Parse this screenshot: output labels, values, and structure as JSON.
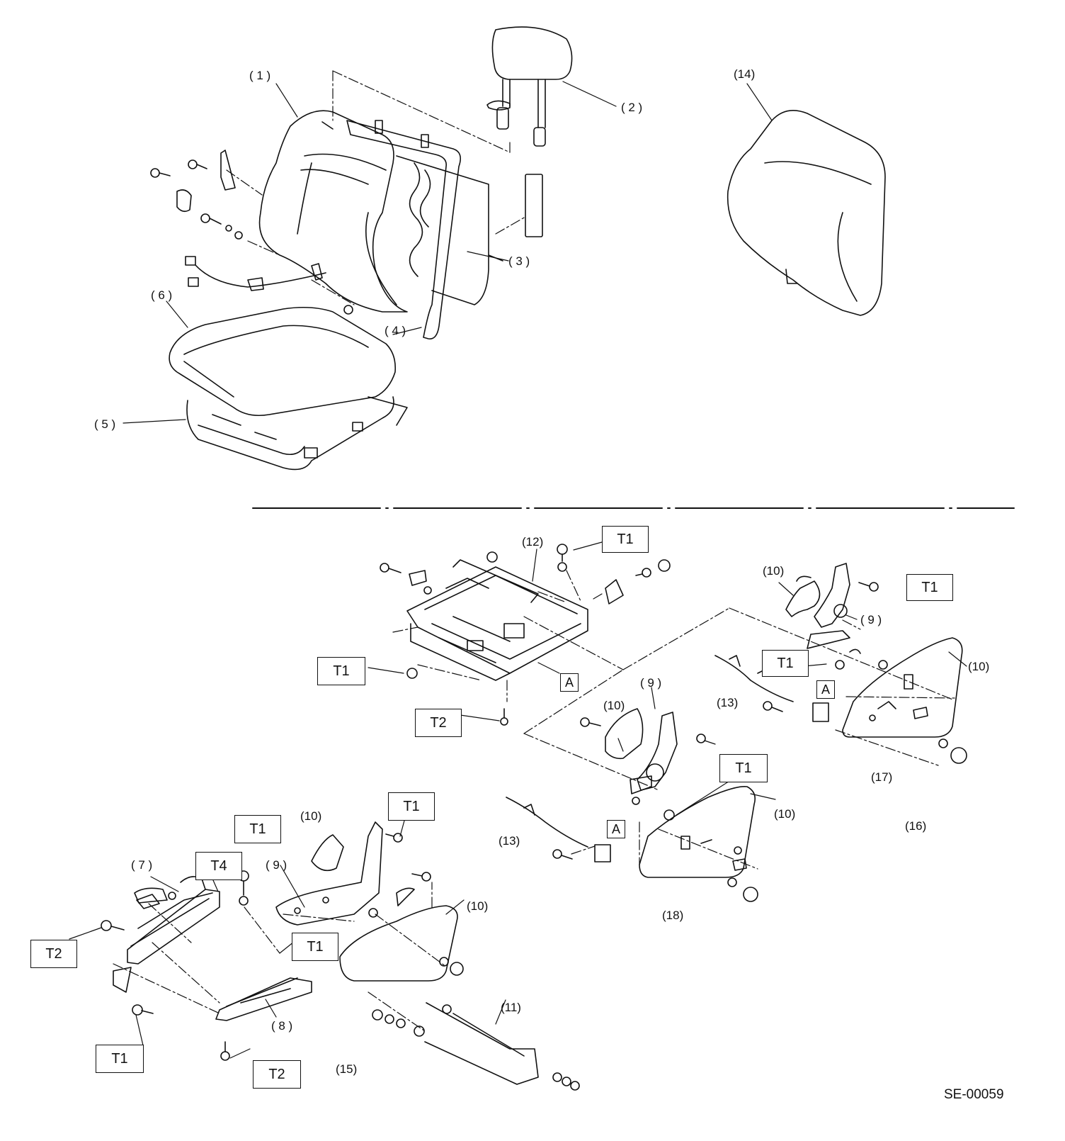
{
  "diagram_code": "SE-00059",
  "callouts": {
    "c1": "( 1 )",
    "c2": "( 2 )",
    "c3": "( 3 )",
    "c4": "( 4 )",
    "c5": "( 5 )",
    "c6": "( 6 )",
    "c14": "(14)",
    "c12": "(12)",
    "c10a": "(10)",
    "c9a": "( 9 )",
    "c10b": "(10)",
    "c13a": "(13)",
    "c17": "(17)",
    "c9b": "( 9 )",
    "c10c": "(10)",
    "c10d": "(10)",
    "c13b": "(13)",
    "c18": "(18)",
    "c16": "(16)",
    "c10e": "(10)",
    "c9c": "( 9 )",
    "c7": "( 7 )",
    "c10f": "(10)",
    "c8": "( 8 )",
    "c11": "(11)",
    "c15": "(15)"
  },
  "torque_labels": {
    "t1": "T1",
    "t2": "T1",
    "t3": "T1",
    "t4": "T2",
    "t5": "T1",
    "t6": "T1",
    "t7": "T1",
    "t8": "T1",
    "t9": "T4",
    "t10": "T2",
    "t11": "T1",
    "t12": "T1",
    "t13": "T2"
  },
  "reference_marks": {
    "a1": "A",
    "a2": "A",
    "a3": "A"
  }
}
